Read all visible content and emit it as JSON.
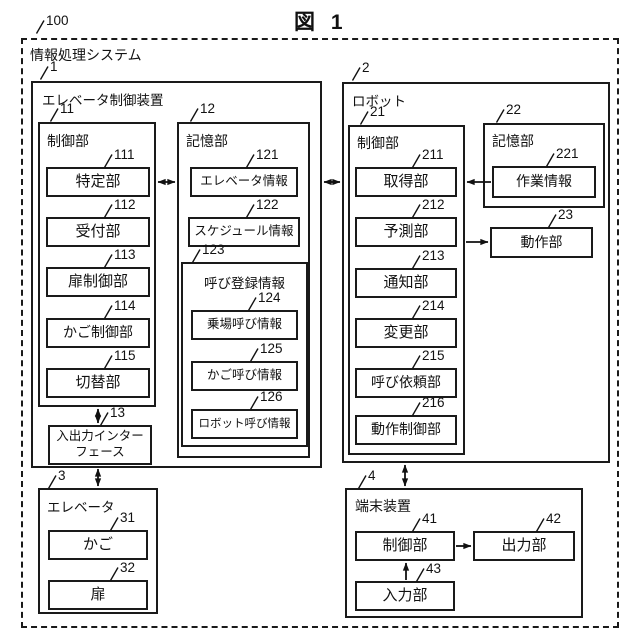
{
  "figure": {
    "title": "図 1"
  },
  "system": {
    "ref": "100",
    "label": "情報処理システム"
  },
  "elevator_control": {
    "ref": "1",
    "label": "エレベータ制御装置",
    "control": {
      "ref": "11",
      "label": "制御部",
      "items": [
        {
          "ref": "111",
          "label": "特定部"
        },
        {
          "ref": "112",
          "label": "受付部"
        },
        {
          "ref": "113",
          "label": "扉制御部"
        },
        {
          "ref": "114",
          "label": "かご制御部"
        },
        {
          "ref": "115",
          "label": "切替部"
        }
      ]
    },
    "storage": {
      "ref": "12",
      "label": "記憶部",
      "items": [
        {
          "ref": "121",
          "label": "エレベータ情報"
        },
        {
          "ref": "122",
          "label": "スケジュール情報"
        }
      ],
      "call_registry": {
        "ref": "123",
        "label": "呼び登録情報",
        "items": [
          {
            "ref": "124",
            "label": "乗場呼び情報"
          },
          {
            "ref": "125",
            "label": "かご呼び情報"
          },
          {
            "ref": "126",
            "label": "ロボット呼び情報"
          }
        ]
      }
    },
    "io_interface": {
      "ref": "13",
      "label_line1": "入出力インター",
      "label_line2": "フェース"
    }
  },
  "robot": {
    "ref": "2",
    "label": "ロボット",
    "control": {
      "ref": "21",
      "label": "制御部",
      "items": [
        {
          "ref": "211",
          "label": "取得部"
        },
        {
          "ref": "212",
          "label": "予測部"
        },
        {
          "ref": "213",
          "label": "通知部"
        },
        {
          "ref": "214",
          "label": "変更部"
        },
        {
          "ref": "215",
          "label": "呼び依頼部"
        },
        {
          "ref": "216",
          "label": "動作制御部"
        }
      ]
    },
    "storage": {
      "ref": "22",
      "label": "記憶部",
      "items": [
        {
          "ref": "221",
          "label": "作業情報"
        }
      ]
    },
    "operation": {
      "ref": "23",
      "label": "動作部"
    }
  },
  "elevator": {
    "ref": "3",
    "label": "エレベータ",
    "items": [
      {
        "ref": "31",
        "label": "かご"
      },
      {
        "ref": "32",
        "label": "扉"
      }
    ]
  },
  "terminal": {
    "ref": "4",
    "label": "端末装置",
    "control": {
      "ref": "41",
      "label": "制御部"
    },
    "output": {
      "ref": "42",
      "label": "出力部"
    },
    "input": {
      "ref": "43",
      "label": "入力部"
    }
  }
}
